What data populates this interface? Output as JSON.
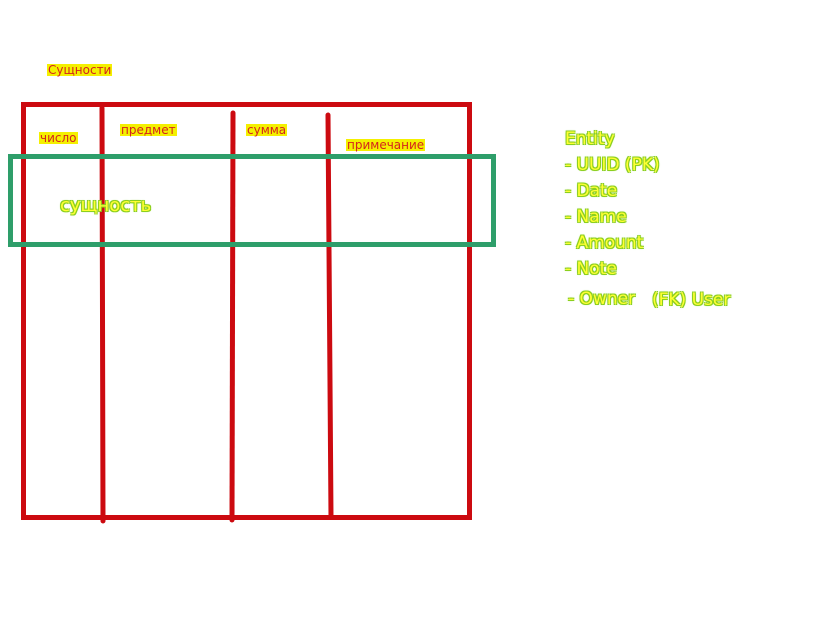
{
  "diagram": {
    "title": "Сущности",
    "columns": [
      "число",
      "предмет",
      "сумма",
      "примечание"
    ],
    "row_label": "сущность",
    "colors": {
      "table_stroke": "#cc0a10",
      "row_stroke": "#2e9e6a",
      "yellow_highlight": "#f4f000",
      "green_text": "#ffff33"
    }
  },
  "entity": {
    "fields": [
      "Entity",
      "- UUID (PK)",
      "- Date",
      "- Name",
      "- Amount",
      "- Note"
    ],
    "owner_label": "- Owner",
    "owner_reference": "(FK) User"
  }
}
